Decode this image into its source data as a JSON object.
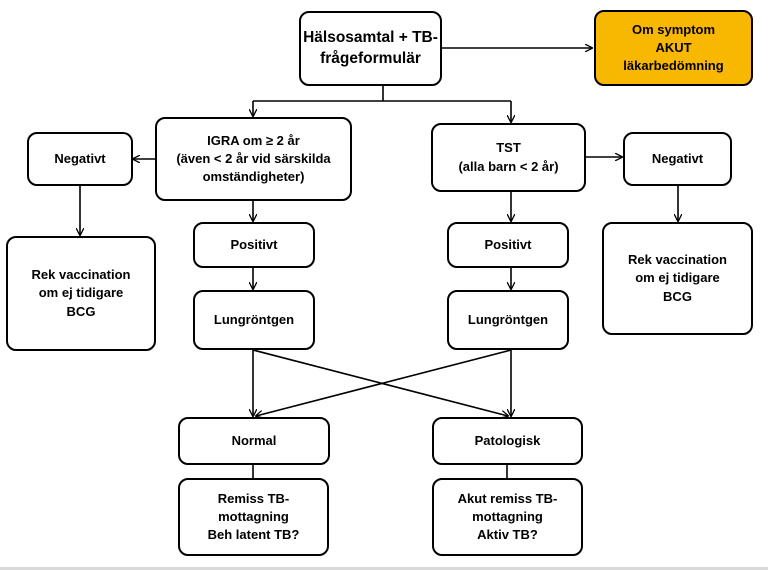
{
  "nodes": {
    "start": "Hälsosamtal + TB-\nfrågeformulär",
    "symptom": "Om symptom\nAKUT\nläkarbedömning",
    "igra": "IGRA om ≥ 2 år\n(även < 2 år vid särskilda\nomständigheter)",
    "tst": "TST\n(alla barn < 2 år)",
    "neg_left": "Negativt",
    "neg_right": "Negativt",
    "vacc_left": "Rek vaccination\nom ej tidigare\nBCG",
    "vacc_right": "Rek vaccination\nom ej tidigare\nBCG",
    "pos_left": "Positivt",
    "pos_right": "Positivt",
    "xray_left": "Lungröntgen",
    "xray_right": "Lungröntgen",
    "normal": "Normal",
    "pathologic": "Patologisk",
    "latent": "Remiss TB-\nmottagning\nBeh latent TB?",
    "active": "Akut remiss TB-\nmottagning\nAktiv TB?"
  },
  "colors": {
    "urgent_fill": "#f8b700",
    "stroke": "#000000"
  }
}
